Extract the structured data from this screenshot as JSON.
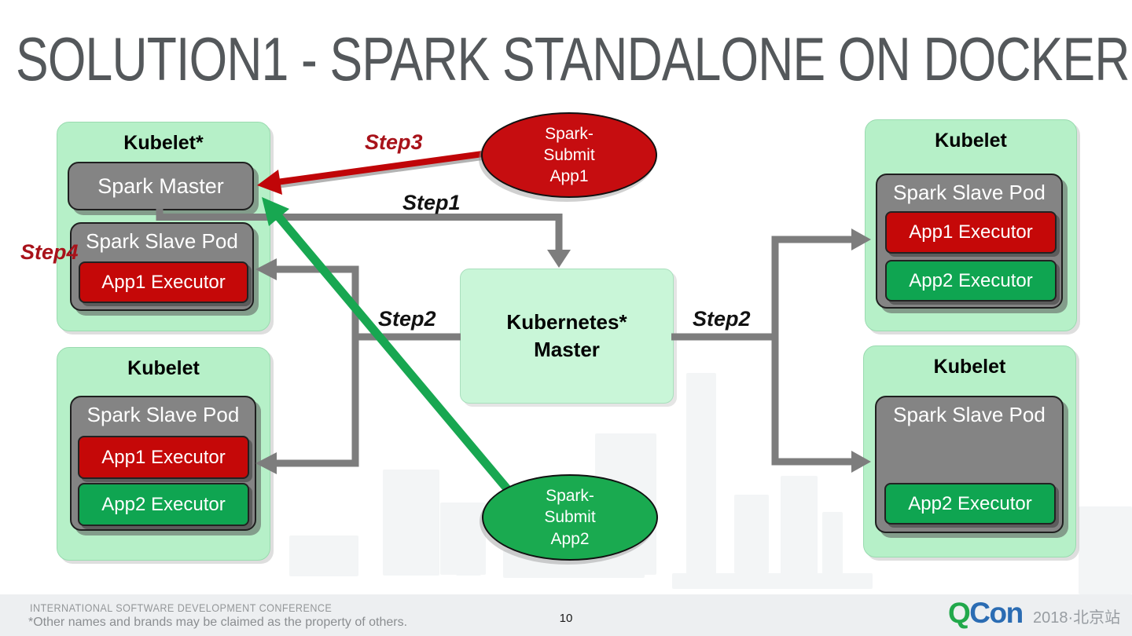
{
  "title": "SOLUTION1 - SPARK STANDALONE ON DOCKER",
  "steps": {
    "step1": "Step1",
    "step2_left": "Step2",
    "step2_right": "Step2",
    "step3": "Step3",
    "step4": "Step4"
  },
  "nodes": {
    "kubelet_top_left": {
      "title": "Kubelet*",
      "master": "Spark Master",
      "pod": "Spark Slave Pod",
      "executor1": "App1 Executor"
    },
    "kubelet_bottom_left": {
      "title": "Kubelet",
      "pod": "Spark Slave Pod",
      "executor1": "App1 Executor",
      "executor2": "App2 Executor"
    },
    "kubernetes_master": {
      "title": "Kubernetes*\nMaster"
    },
    "kubelet_top_right": {
      "title": "Kubelet",
      "pod": "Spark Slave Pod",
      "executor1": "App1 Executor",
      "executor2": "App2 Executor"
    },
    "kubelet_bottom_right": {
      "title": "Kubelet",
      "pod": "Spark Slave Pod",
      "executor2": "App2 Executor"
    },
    "spark_submit_app1": {
      "label": "Spark-\nSubmit\nApp1"
    },
    "spark_submit_app2": {
      "label": "Spark-\nSubmit\nApp2"
    }
  },
  "footer": {
    "conference": "INTERNATIONAL SOFTWARE DEVELOPMENT CONFERENCE",
    "disclaimer": "*Other names and brands may be claimed as the property of others.",
    "page_number": "10",
    "logo_q": "Q",
    "logo_con": "Con",
    "logo_year": "2018·北京站"
  },
  "colors": {
    "kubelet_green": "#b6f0c8",
    "kubernetes_master_green": "#c9f6d8",
    "pod_gray": "#848484",
    "executor_red": "#c50808",
    "executor_green": "#0fa551",
    "ellipse_red": "#c60d10",
    "ellipse_green": "#1aaa50",
    "arrow_gray": "#7d7d7d",
    "step_label_red": "#a8121a",
    "title_gray": "#54585b",
    "qcon_green": "#21a84b",
    "qcon_blue": "#2b6cb3"
  }
}
